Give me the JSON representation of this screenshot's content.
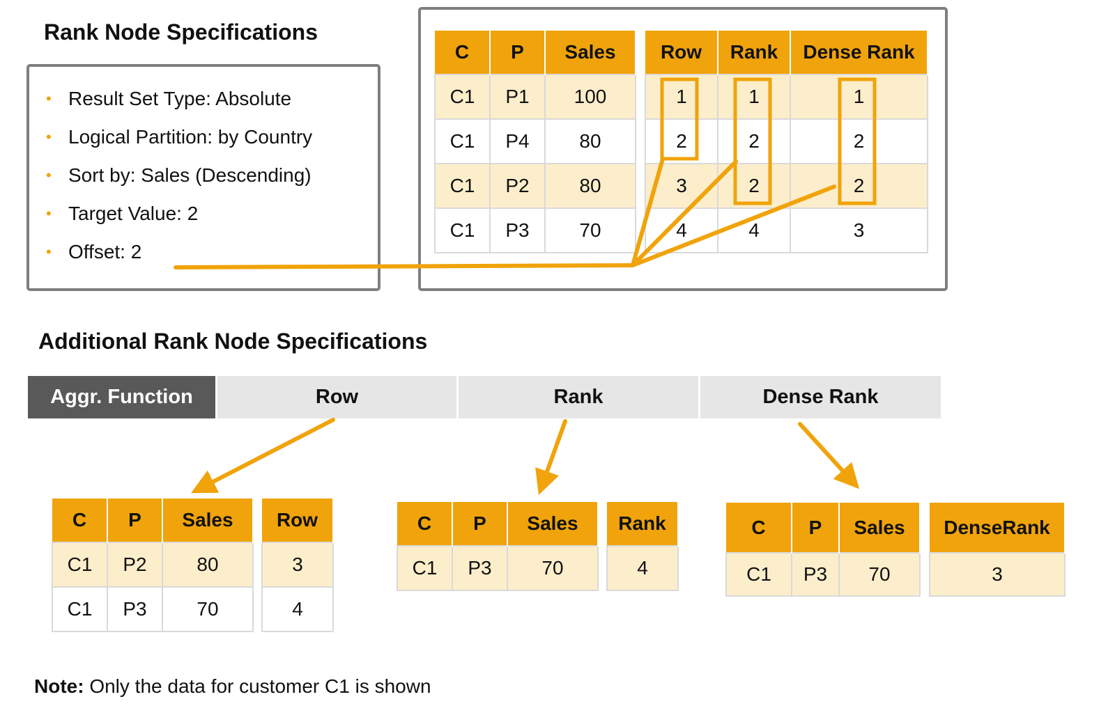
{
  "title": "Rank Node Specifications",
  "specs": [
    "Result Set Type: Absolute",
    "Logical Partition: by Country",
    "Sort by: Sales (Descending)",
    "Target Value: 2",
    "Offset: 2"
  ],
  "main_table": {
    "headers": [
      "C",
      "P",
      "Sales",
      "Row",
      "Rank",
      "Dense Rank"
    ],
    "rows": [
      [
        "C1",
        "P1",
        "100",
        "1",
        "1",
        "1"
      ],
      [
        "C1",
        "P4",
        "80",
        "2",
        "2",
        "2"
      ],
      [
        "C1",
        "P2",
        "80",
        "3",
        "2",
        "2"
      ],
      [
        "C1",
        "P3",
        "70",
        "4",
        "4",
        "3"
      ]
    ]
  },
  "additional_title": "Additional Rank Node Specifications",
  "aggr": {
    "label": "Aggr. Function",
    "options": [
      "Row",
      "Rank",
      "Dense Rank"
    ]
  },
  "results": [
    {
      "headers": [
        "C",
        "P",
        "Sales"
      ],
      "value_header": "Row",
      "rows": [
        [
          "C1",
          "P2",
          "80"
        ],
        [
          "C1",
          "P3",
          "70"
        ]
      ],
      "values": [
        "3",
        "4"
      ]
    },
    {
      "headers": [
        "C",
        "P",
        "Sales"
      ],
      "value_header": "Rank",
      "rows": [
        [
          "C1",
          "P3",
          "70"
        ]
      ],
      "values": [
        "4"
      ]
    },
    {
      "headers": [
        "C",
        "P",
        "Sales"
      ],
      "value_header": "DenseRank",
      "rows": [
        [
          "C1",
          "P3",
          "70"
        ]
      ],
      "values": [
        "3"
      ]
    }
  ],
  "note": {
    "label": "Note:",
    "text": "Only the data for customer C1 is shown"
  },
  "colors": {
    "accent": "#f0a30a",
    "highlight_row": "#fdeecb",
    "panel_border": "#7f7f7f",
    "aggr_label_bg": "#595959",
    "aggr_option_bg": "#e6e6e6"
  }
}
